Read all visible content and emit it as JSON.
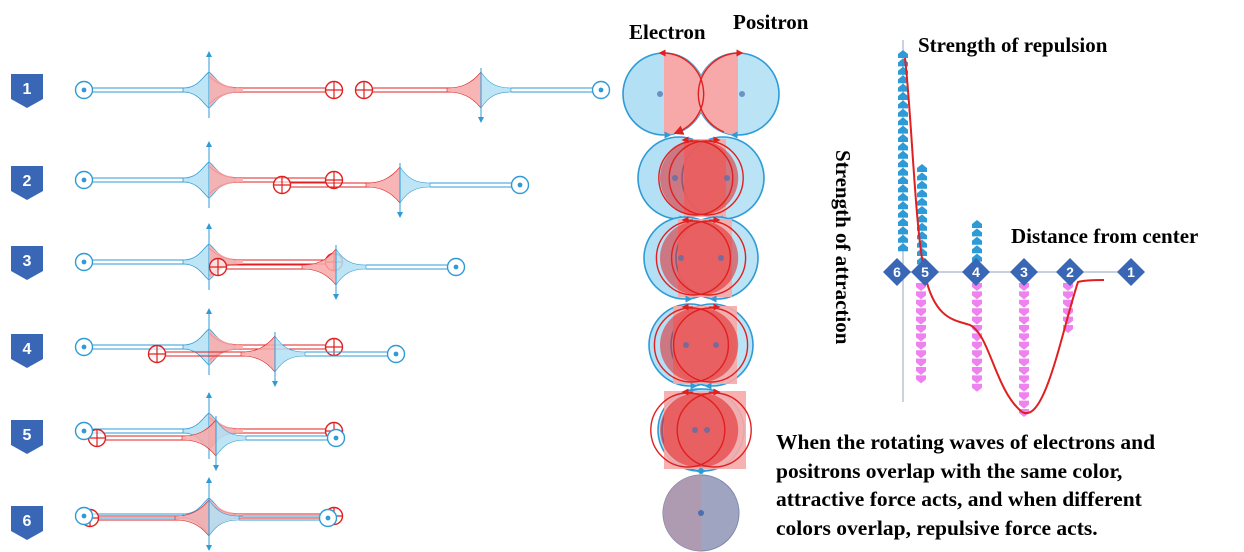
{
  "labels": {
    "electron": "Electron",
    "positron": "Positron",
    "repulsion": "Strength of repulsion",
    "attraction": "Strength of attraction",
    "distance": "Distance from center"
  },
  "steps": [
    "1",
    "2",
    "3",
    "4",
    "5",
    "6"
  ],
  "axis_ticks": [
    "6",
    "5",
    "4",
    "3",
    "2",
    "1"
  ],
  "caption_lines": [
    "When the rotating waves of electrons and",
    "positrons overlap with the same color,",
    "attractive force acts, and when different",
    "colors overlap, repulsive force acts."
  ],
  "colors": {
    "blue": "#2E9BD6",
    "light_blue": "#B3E0F5",
    "red": "#E02020",
    "light_red": "#F7A8A8",
    "badge": "#3A67B5",
    "pink": "#EE82EE",
    "gray": "#9FA4C0"
  }
}
